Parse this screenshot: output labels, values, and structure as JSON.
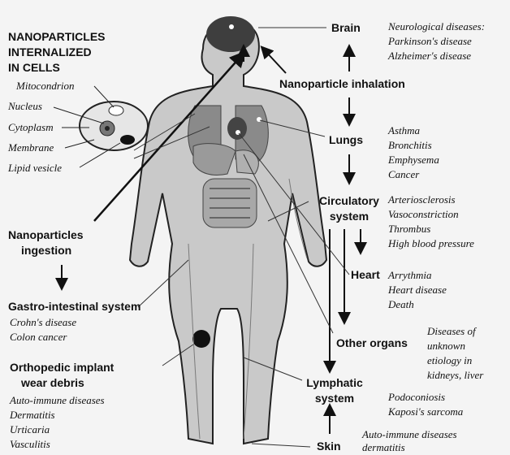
{
  "cells_title": [
    "NANOPARTICLES",
    "INTERNALIZED",
    "IN CELLS"
  ],
  "cell_parts": [
    "Mitocondrion",
    "Nucleus",
    "Cytoplasm",
    "Membrane",
    "Lipid vesicle"
  ],
  "ingestion_label": [
    "Nanoparticles",
    "ingestion"
  ],
  "inhalation_label": "Nanoparticle inhalation",
  "organs": {
    "brain": "Brain",
    "lungs": "Lungs",
    "circulatory": [
      "Circulatory",
      "system"
    ],
    "heart": "Heart",
    "other": "Other organs",
    "lymphatic": [
      "Lymphatic",
      "system"
    ],
    "skin": "Skin",
    "gi": "Gastro-intestinal system",
    "ortho": [
      "Orthopedic implant",
      "wear debris"
    ]
  },
  "diseases": {
    "brain": [
      "Neurological diseases:",
      "Parkinson's disease",
      "Alzheimer's disease"
    ],
    "lungs": [
      "Asthma",
      "Bronchitis",
      "Emphysema",
      "Cancer"
    ],
    "circulatory": [
      "Arteriosclerosis",
      "Vasoconstriction",
      "Thrombus",
      "High blood pressure"
    ],
    "heart": [
      "Arrythmia",
      "Heart disease",
      "Death"
    ],
    "other": [
      "Diseases of",
      "unknown",
      "etiology in",
      "kidneys, liver"
    ],
    "lymphatic": [
      "Podoconiosis",
      "Kaposi's sarcoma"
    ],
    "skin": [
      "Auto-immune diseases",
      "dermatitis"
    ],
    "gi": [
      "Crohn's disease",
      "Colon cancer"
    ],
    "ortho": [
      "Auto-immune diseases",
      "Dermatitis",
      "Urticaria",
      "Vasculitis"
    ]
  }
}
